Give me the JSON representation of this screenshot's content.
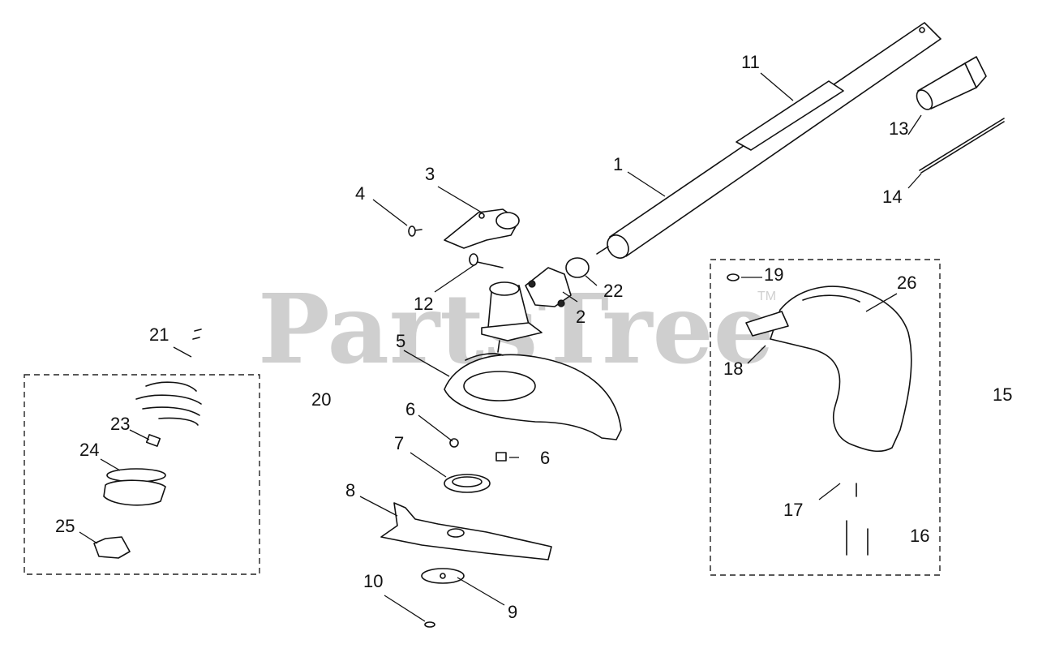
{
  "watermark": {
    "text": "PartsTree",
    "trademark": "TM"
  },
  "labels": {
    "l1": "1",
    "l2": "2",
    "l3": "3",
    "l4": "4",
    "l5": "5",
    "l6a": "6",
    "l6b": "6",
    "l7": "7",
    "l8": "8",
    "l9": "9",
    "l10": "10",
    "l11": "11",
    "l12": "12",
    "l13": "13",
    "l14": "14",
    "l15": "15",
    "l16": "16",
    "l17": "17",
    "l18": "18",
    "l19": "19",
    "l20": "20",
    "l21": "21",
    "l22": "22",
    "l23": "23",
    "l24": "24",
    "l25": "25",
    "l26": "26"
  }
}
